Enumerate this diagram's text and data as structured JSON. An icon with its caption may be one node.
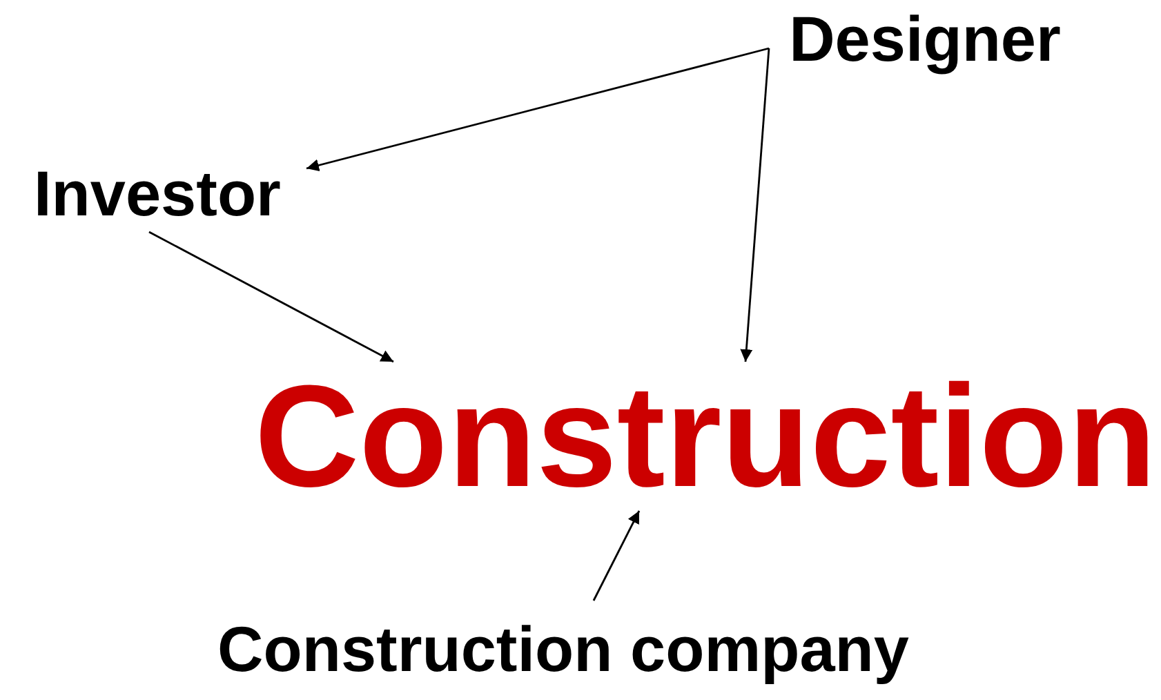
{
  "diagram": {
    "nodes": [
      {
        "text": [
          "Designer"
        ]
      },
      {
        "text": [
          "Investor"
        ]
      },
      {
        "text": [
          "Construction"
        ]
      },
      {
        "text": [
          "Construction company"
        ]
      }
    ],
    "edges": [
      {
        "from": 0,
        "to": 1,
        "arrow": "to"
      },
      {
        "from": 0,
        "to": 2,
        "arrow": "to"
      },
      {
        "from": 1,
        "to": 2,
        "arrow": "to"
      },
      {
        "from": 3,
        "to": 2,
        "arrow": "to"
      }
    ]
  }
}
